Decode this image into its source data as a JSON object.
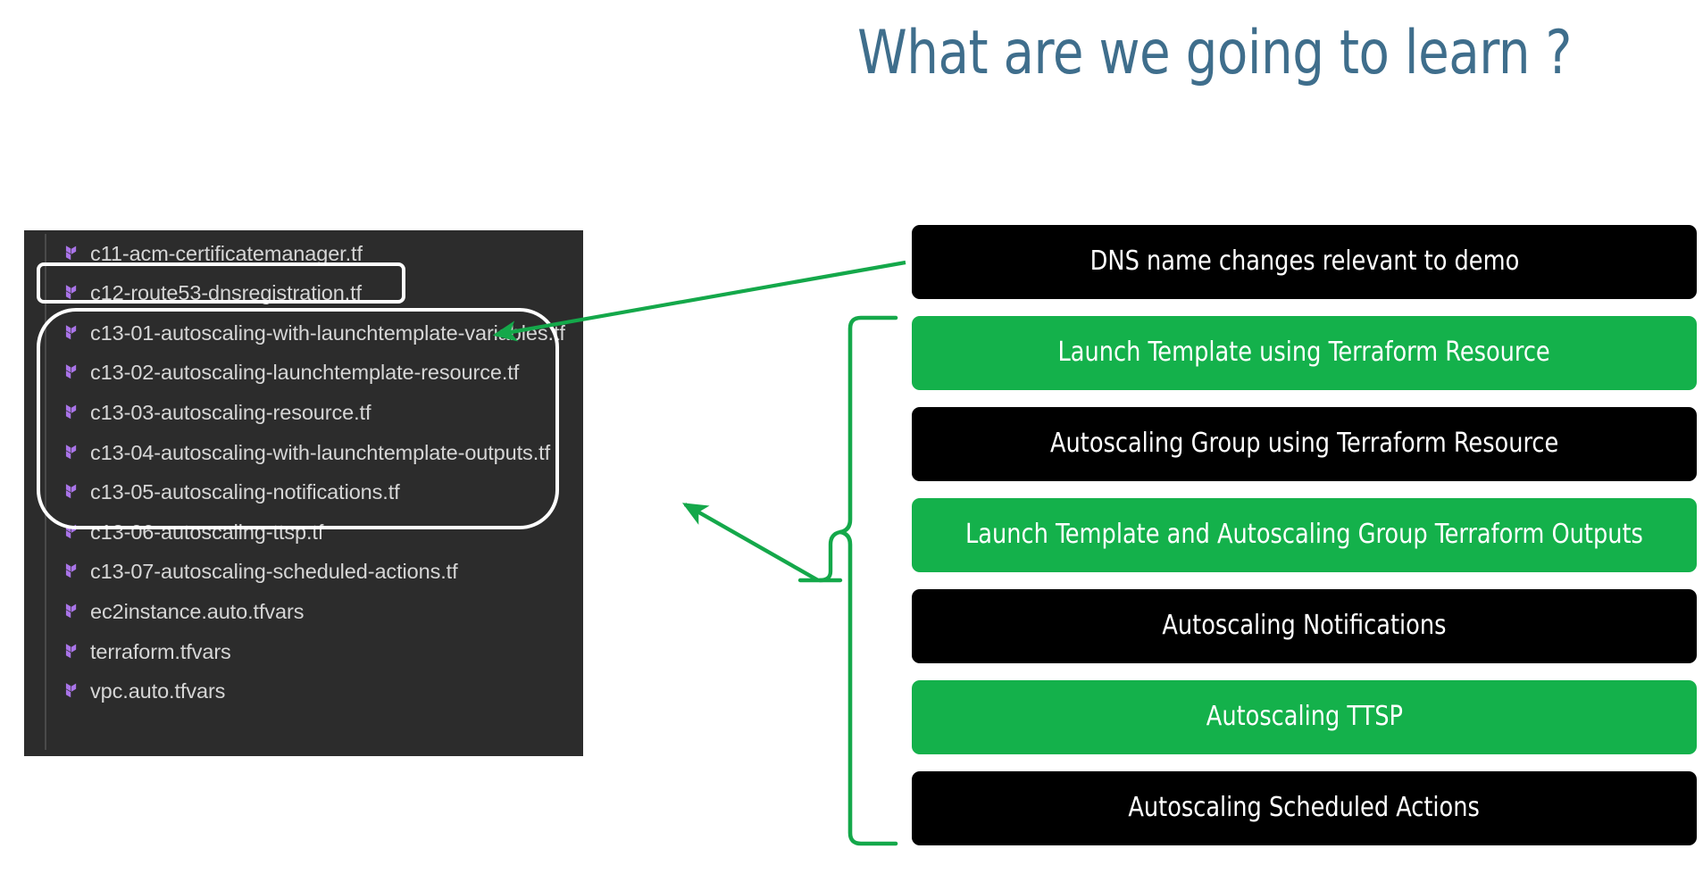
{
  "slide": {
    "title": "What are we going to learn ?",
    "title_color": "#3F6E8C",
    "background_color": "#ffffff"
  },
  "explorer": {
    "panel_background": "#2C2C2C",
    "file_icon_name": "terraform-icon",
    "file_icon_color": "#A974E8",
    "files": [
      {
        "name": "c11-acm-certificatemanager.tf"
      },
      {
        "name": "c12-route53-dnsregistration.tf"
      },
      {
        "name": "c13-01-autoscaling-with-launchtemplate-variables.tf"
      },
      {
        "name": "c13-02-autoscaling-launchtemplate-resource.tf"
      },
      {
        "name": "c13-03-autoscaling-resource.tf"
      },
      {
        "name": "c13-04-autoscaling-with-launchtemplate-outputs.tf"
      },
      {
        "name": "c13-05-autoscaling-notifications.tf"
      },
      {
        "name": "c13-06-autoscaling-ttsp.tf"
      },
      {
        "name": "c13-07-autoscaling-scheduled-actions.tf"
      },
      {
        "name": "ec2instance.auto.tfvars"
      },
      {
        "name": "terraform.tfvars"
      },
      {
        "name": "vpc.auto.tfvars"
      }
    ],
    "highlights": {
      "single_file": "c12-route53-dnsregistration.tf",
      "group_first": "c13-01-autoscaling-with-launchtemplate-variables.tf",
      "group_last": "c13-07-autoscaling-scheduled-actions.tf",
      "outline_color": "#FFFFFF"
    }
  },
  "callouts": {
    "accent_green": "#14B14B",
    "accent_black": "#000000",
    "items": [
      {
        "label": "DNS name changes relevant to demo",
        "style": "black"
      },
      {
        "label": "Launch Template using Terraform Resource",
        "style": "green"
      },
      {
        "label": "Autoscaling Group using Terraform Resource",
        "style": "black"
      },
      {
        "label": "Launch Template and Autoscaling Group Terraform Outputs",
        "style": "green"
      },
      {
        "label": "Autoscaling Notifications",
        "style": "black"
      },
      {
        "label": "Autoscaling TTSP",
        "style": "green"
      },
      {
        "label": "Autoscaling Scheduled Actions",
        "style": "black"
      }
    ]
  },
  "connectors": {
    "color": "#14A84A",
    "arrow_dns_label": "arrow from DNS name changes relevant to demo to c12-route53-dnsregistration.tf",
    "arrow_group_label": "arrow from autoscaling callout brace to c13 file group",
    "brace_label": "curly brace grouping six autoscaling callouts"
  }
}
